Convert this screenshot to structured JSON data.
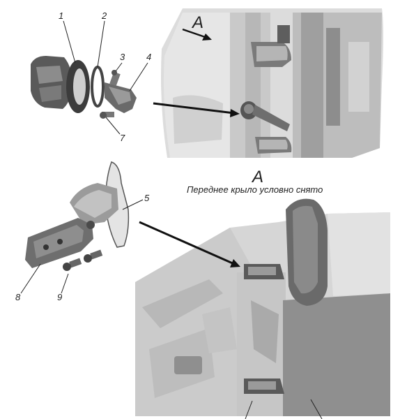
{
  "view": {
    "letter_top": "A",
    "letter_title": "A",
    "caption": "Переднее крыло условно снято"
  },
  "callouts": [
    "1",
    "2",
    "3",
    "4",
    "5",
    "7",
    "8",
    "9"
  ],
  "colors": {
    "photo_bg": "#d9d9d9",
    "panel_light": "#ececec",
    "metal_dark": "#4a4a4a",
    "line": "#222222"
  }
}
